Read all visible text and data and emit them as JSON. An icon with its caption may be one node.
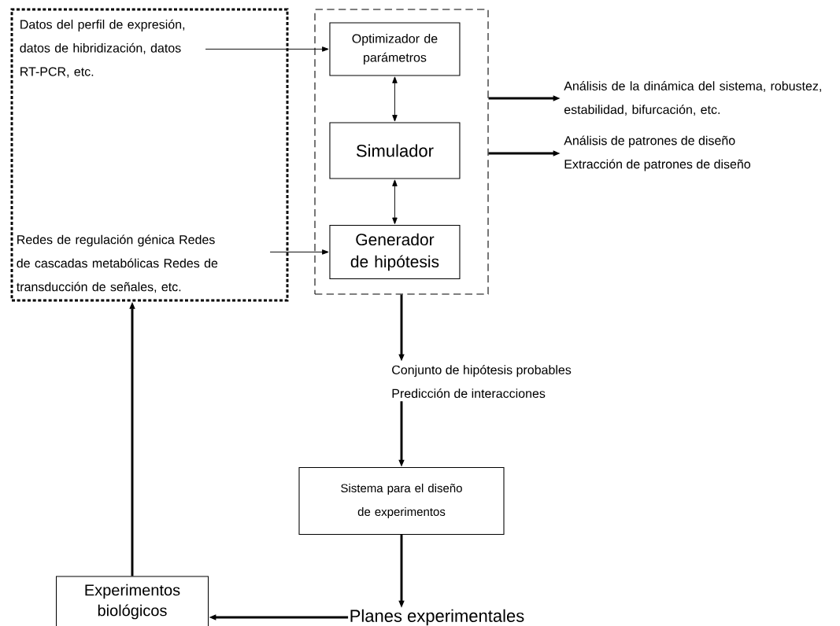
{
  "diagram": {
    "nodes": [
      {
        "text": [],
        "shape": "box"
      },
      {
        "text": [
          "Datos del perfil de expresión, datos de hibridización, datos RT-PCR, etc."
        ],
        "in": 0
      },
      {
        "text": [
          "Redes de regulación génica Redes de cascadas metabólicas Redes de transducción de señales, etc."
        ],
        "in": 0
      },
      {
        "text": [],
        "shape": "box"
      },
      {
        "text": [
          "Optimizador de parámetros"
        ],
        "in": 3
      },
      {
        "text": [
          "Simulador"
        ],
        "in": 3
      },
      {
        "text": [
          "Generador de hipótesis"
        ],
        "in": 3
      },
      {
        "text": [
          "Análisis de la dinámica del sistema, robustez, estabilidad, bifurcación, etc."
        ]
      },
      {
        "text": [
          "Análisis de patrones de diseño",
          "Extracción de patrones de diseño"
        ]
      },
      {
        "text": [
          "Conjunto de hipótesis probables",
          "Predicción de interacciones"
        ]
      },
      {
        "text": [
          "Sistema para el diseño de experimentos"
        ]
      },
      {
        "text": [
          "Planes experimentales"
        ]
      },
      {
        "text": [
          "Experimentos biológicos"
        ]
      }
    ],
    "edges": [
      {
        "from": 1,
        "to": 4,
        "arrow": "to"
      },
      {
        "from": 2,
        "to": 6,
        "arrow": "to"
      },
      {
        "from": 4,
        "to": 5,
        "arrow": "both"
      },
      {
        "from": 5,
        "to": 6,
        "arrow": "both"
      },
      {
        "from": 3,
        "to": 7,
        "arrow": "to"
      },
      {
        "from": 3,
        "to": 8,
        "arrow": "to"
      },
      {
        "from": 3,
        "to": 9,
        "arrow": "to"
      },
      {
        "from": 9,
        "to": 10,
        "arrow": "to"
      },
      {
        "from": 10,
        "to": 11,
        "arrow": "to"
      },
      {
        "from": 11,
        "to": 12,
        "arrow": "to"
      },
      {
        "from": 12,
        "to": 0,
        "arrow": "to"
      }
    ]
  }
}
